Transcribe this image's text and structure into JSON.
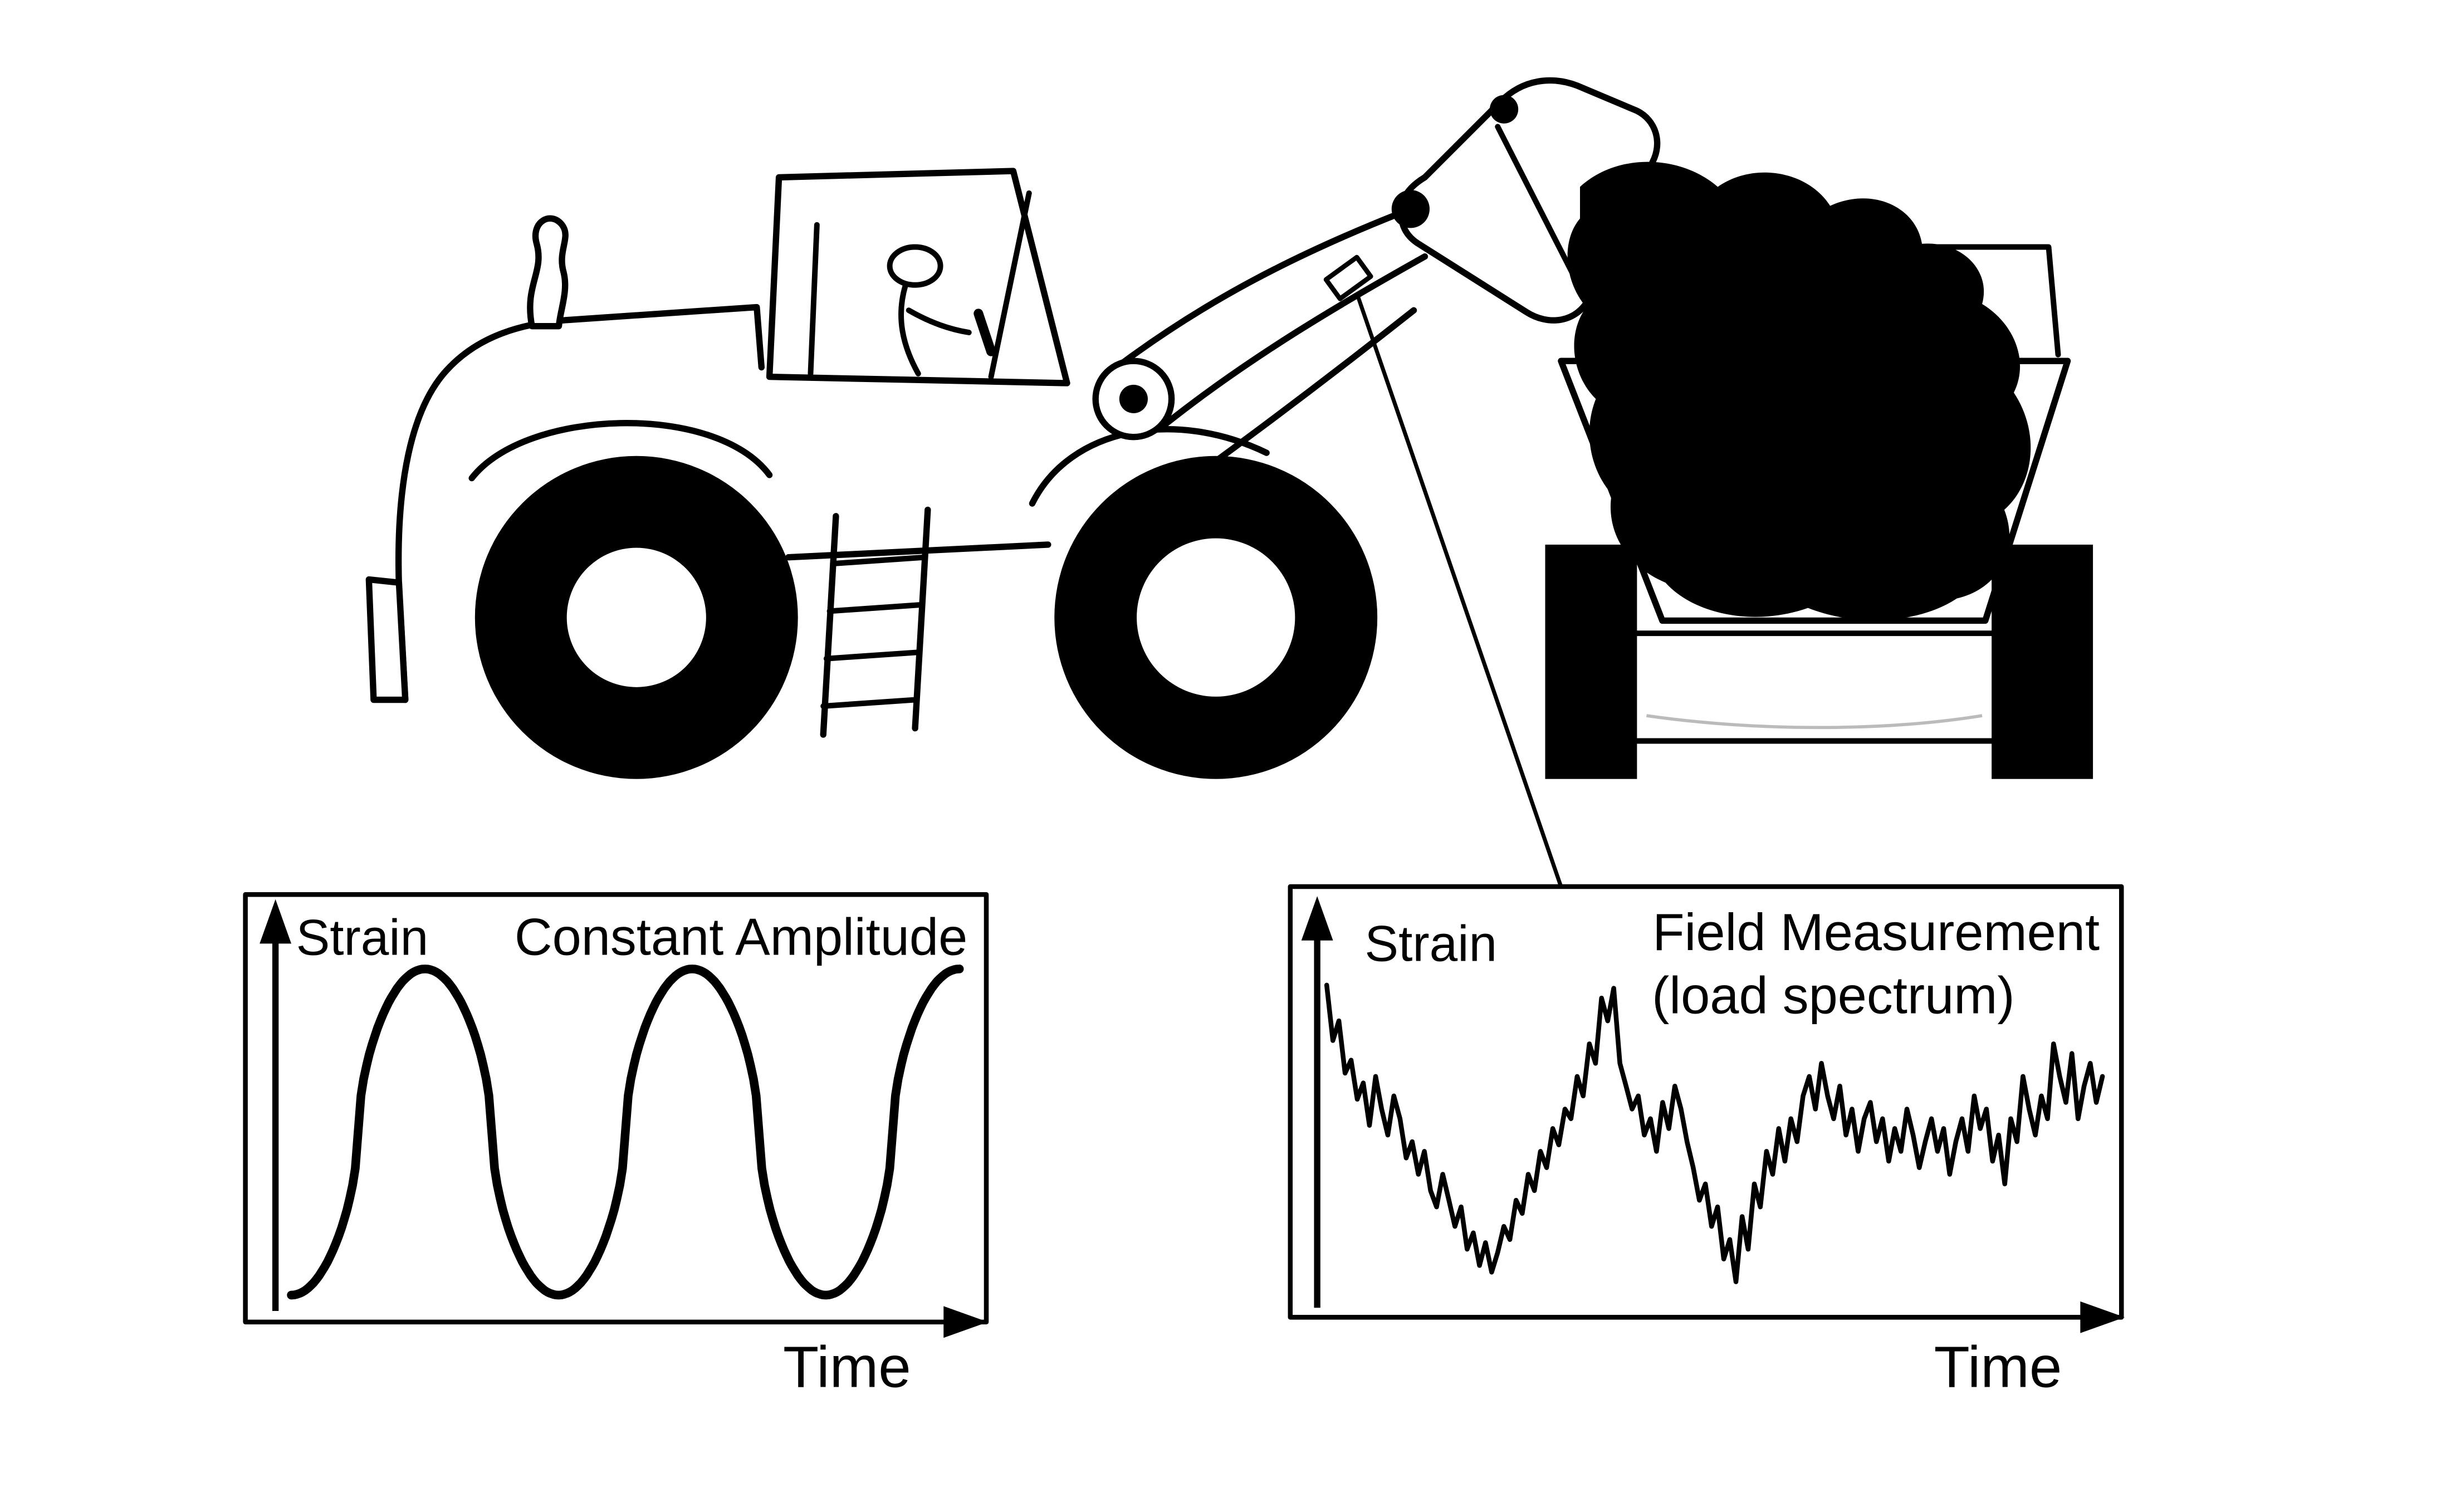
{
  "figure": {
    "description_colors": {
      "ink": "#000000",
      "background": "#ffffff",
      "chassis_hint": "#bbbbbb"
    }
  },
  "charts": {
    "left": {
      "strain_label": "Strain",
      "title": "Constant Amplitude",
      "time_label": "Time"
    },
    "right": {
      "strain_label": "Strain",
      "title_line1": "Field Measurement",
      "title_line2": "(load spectrum)",
      "time_label": "Time"
    }
  },
  "chart_data": [
    {
      "type": "line",
      "title": "Constant Amplitude",
      "xlabel": "Time",
      "ylabel": "Strain",
      "waveform": "flattened-sine",
      "cycles": 2.5,
      "phase_start_deg": -90,
      "flatten_exponent": 0.55,
      "amplitude": 1,
      "grid": false,
      "axis_ticks": "none",
      "legend": "none"
    },
    {
      "type": "line",
      "title": "Field Measurement (load spectrum)",
      "xlabel": "Time",
      "ylabel": "Strain",
      "grid": false,
      "axis_ticks": "none",
      "legend": "none",
      "values": [
        0.97,
        0.8,
        0.86,
        0.7,
        0.74,
        0.62,
        0.67,
        0.54,
        0.69,
        0.59,
        0.51,
        0.63,
        0.56,
        0.44,
        0.49,
        0.39,
        0.46,
        0.34,
        0.29,
        0.39,
        0.31,
        0.23,
        0.29,
        0.16,
        0.21,
        0.11,
        0.18,
        0.09,
        0.15,
        0.23,
        0.19,
        0.31,
        0.27,
        0.39,
        0.34,
        0.46,
        0.41,
        0.53,
        0.48,
        0.59,
        0.56,
        0.69,
        0.63,
        0.79,
        0.73,
        0.93,
        0.86,
        0.96,
        0.73,
        0.66,
        0.59,
        0.63,
        0.51,
        0.56,
        0.46,
        0.61,
        0.53,
        0.66,
        0.59,
        0.49,
        0.41,
        0.31,
        0.36,
        0.23,
        0.29,
        0.13,
        0.19,
        0.06,
        0.26,
        0.16,
        0.36,
        0.29,
        0.46,
        0.39,
        0.53,
        0.43,
        0.56,
        0.49,
        0.63,
        0.69,
        0.59,
        0.73,
        0.63,
        0.56,
        0.66,
        0.51,
        0.59,
        0.46,
        0.56,
        0.61,
        0.49,
        0.56,
        0.43,
        0.53,
        0.46,
        0.59,
        0.51,
        0.41,
        0.49,
        0.56,
        0.46,
        0.53,
        0.39,
        0.49,
        0.56,
        0.46,
        0.63,
        0.53,
        0.59,
        0.43,
        0.51,
        0.36,
        0.56,
        0.49,
        0.69,
        0.59,
        0.51,
        0.63,
        0.56,
        0.79,
        0.69,
        0.61,
        0.76,
        0.56,
        0.66,
        0.73,
        0.61,
        0.69
      ]
    }
  ]
}
